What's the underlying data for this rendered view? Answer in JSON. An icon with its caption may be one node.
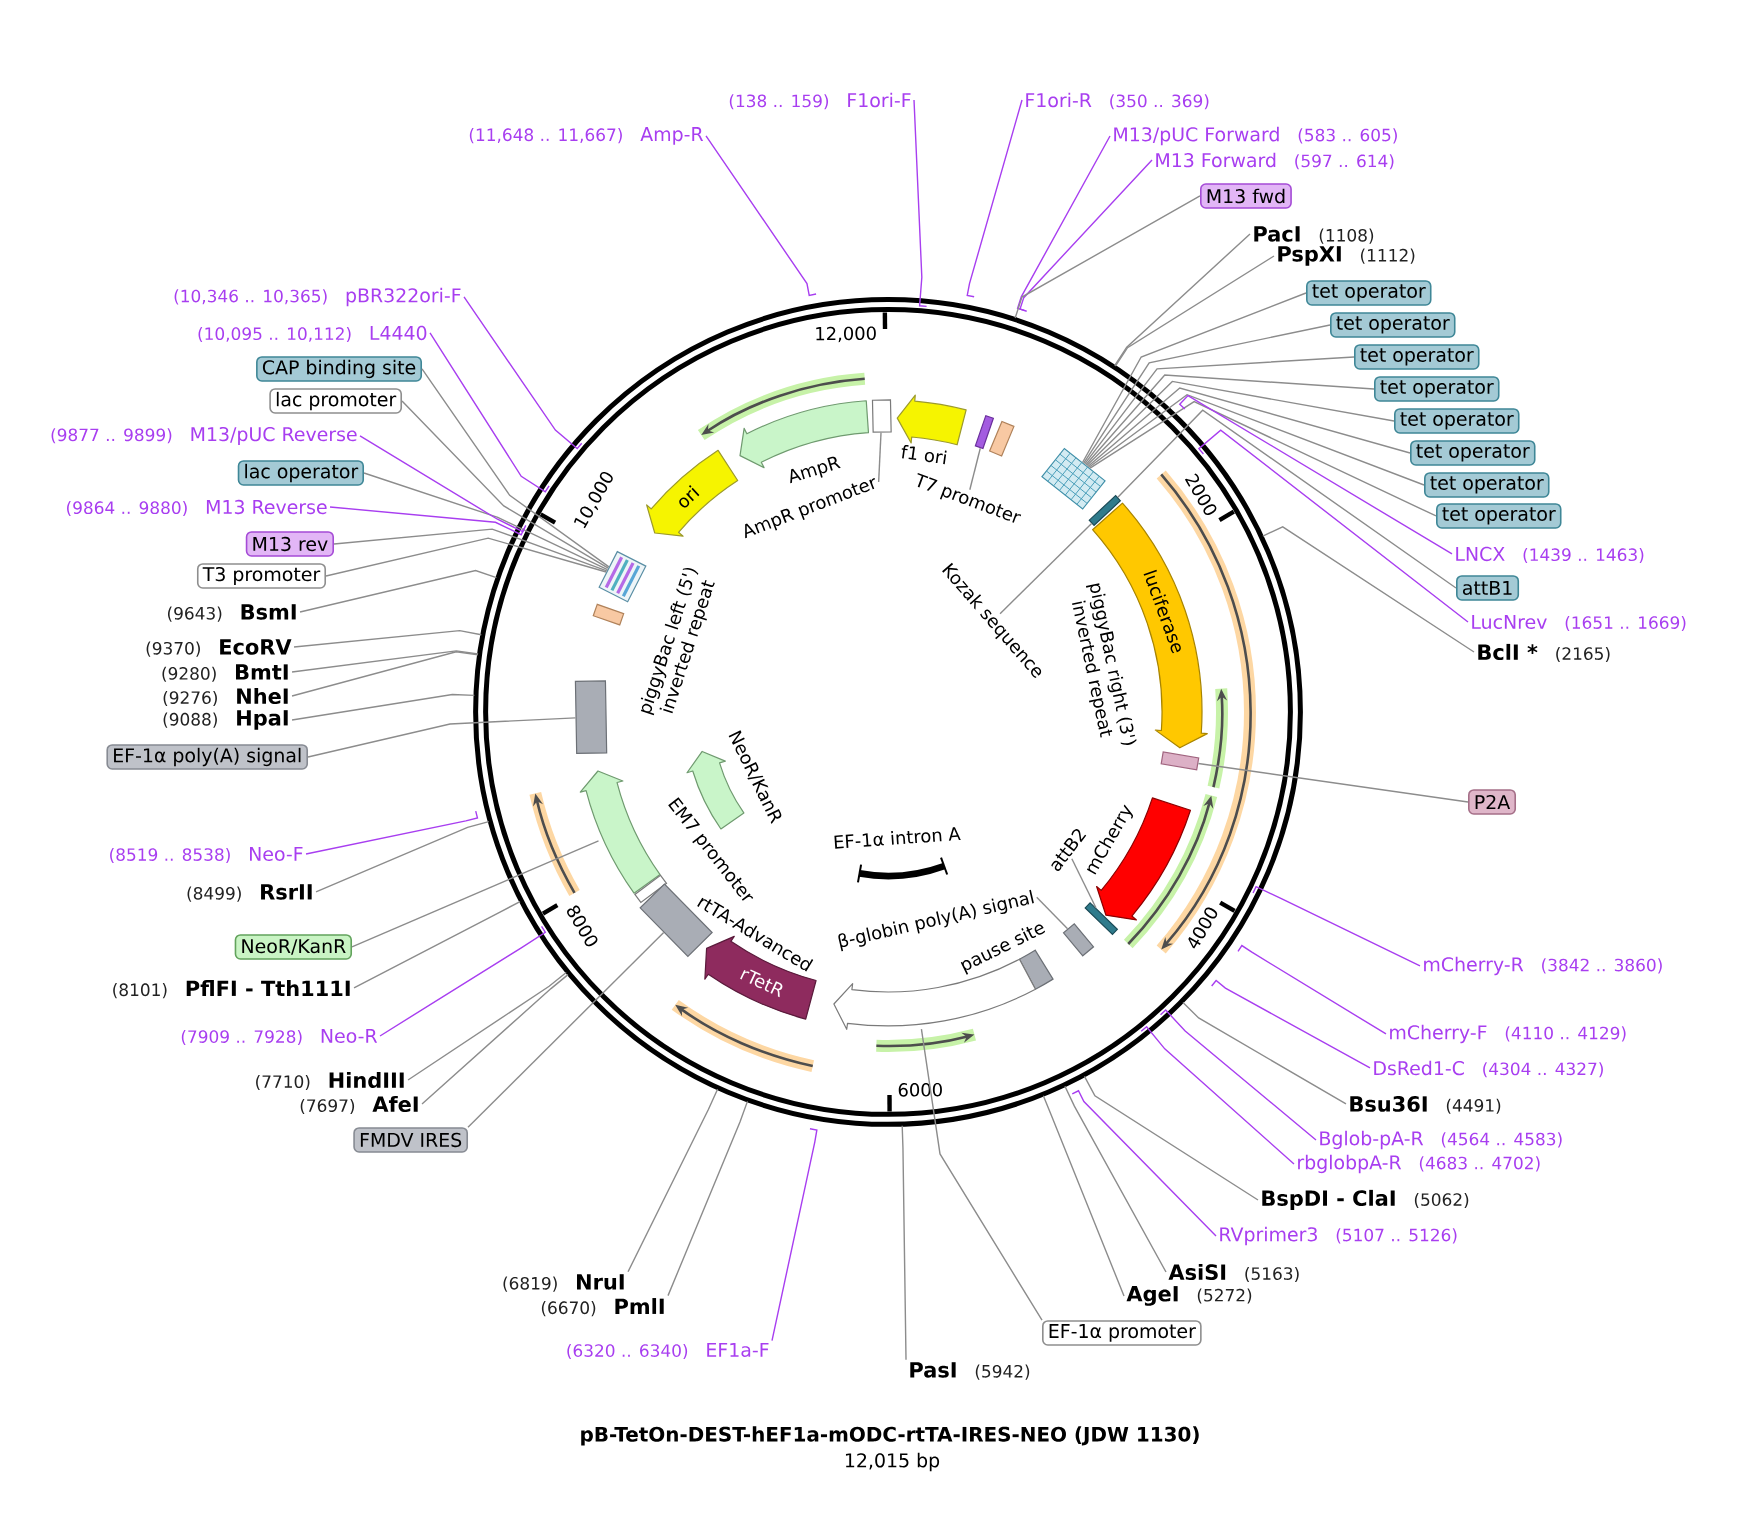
{
  "diagram": {
    "title": "pB-TetOn-DEST-hEF1a-mODC-rtTA-IRES-NEO (JDW 1130)",
    "caption": "12,015 bp",
    "nodes": [
      {
        "text": [
          "Amp-R"
        ],
        "beside": [
          "(11,648 .. 11,667)"
        ]
      },
      {
        "text": [
          "F1ori-F"
        ],
        "beside": [
          "(138 .. 159)"
        ]
      },
      {
        "text": [
          "F1ori-R"
        ],
        "beside": [
          "(350 .. 369)"
        ]
      },
      {
        "text": [
          "M13/pUC Forward"
        ],
        "beside": [
          "(583 .. 605)"
        ]
      },
      {
        "text": [
          "M13 Forward"
        ],
        "beside": [
          "(597 .. 614)"
        ]
      },
      {
        "text": [
          "M13 fwd"
        ]
      },
      {
        "text": [
          "PacI"
        ],
        "beside": [
          "(1108)"
        ]
      },
      {
        "text": [
          "PspXI"
        ],
        "beside": [
          "(1112)"
        ]
      },
      {
        "text": [
          "tet operator"
        ]
      },
      {
        "text": [
          "tet operator"
        ]
      },
      {
        "text": [
          "tet operator"
        ]
      },
      {
        "text": [
          "tet operator"
        ]
      },
      {
        "text": [
          "tet operator"
        ]
      },
      {
        "text": [
          "tet operator"
        ]
      },
      {
        "text": [
          "tet operator"
        ]
      },
      {
        "text": [
          "tet operator"
        ]
      },
      {
        "text": [
          "LNCX"
        ],
        "beside": [
          "(1439 .. 1463)"
        ]
      },
      {
        "text": [
          "attB1"
        ]
      },
      {
        "text": [
          "LucNrev"
        ],
        "beside": [
          "(1651 .. 1669)"
        ]
      },
      {
        "text": [
          "BclI *"
        ],
        "beside": [
          "(2165)"
        ]
      },
      {
        "text": [
          "P2A"
        ]
      },
      {
        "text": [
          "mCherry-R"
        ],
        "beside": [
          "(3842 .. 3860)"
        ]
      },
      {
        "text": [
          "mCherry-F"
        ],
        "beside": [
          "(4110 .. 4129)"
        ]
      },
      {
        "text": [
          "DsRed1-C"
        ],
        "beside": [
          "(4304 .. 4327)"
        ]
      },
      {
        "text": [
          "Bsu36I"
        ],
        "beside": [
          "(4491)"
        ]
      },
      {
        "text": [
          "Bglob-pA-R"
        ],
        "beside": [
          "(4564 .. 4583)"
        ]
      },
      {
        "text": [
          "rbglobpA-R"
        ],
        "beside": [
          "(4683 .. 4702)"
        ]
      },
      {
        "text": [
          "BspDI - ClaI"
        ],
        "beside": [
          "(5062)"
        ]
      },
      {
        "text": [
          "RVprimer3"
        ],
        "beside": [
          "(5107 .. 5126)"
        ]
      },
      {
        "text": [
          "AsiSI"
        ],
        "beside": [
          "(5163)"
        ]
      },
      {
        "text": [
          "AgeI"
        ],
        "beside": [
          "(5272)"
        ]
      },
      {
        "text": [
          "EF-1α promoter"
        ]
      },
      {
        "text": [
          "PasI"
        ],
        "beside": [
          "(5942)"
        ]
      },
      {
        "text": [
          "EF1a-F"
        ],
        "beside": [
          "(6320 .. 6340)"
        ]
      },
      {
        "text": [
          "PmlI"
        ],
        "beside": [
          "(6670)"
        ]
      },
      {
        "text": [
          "NruI"
        ],
        "beside": [
          "(6819)"
        ]
      },
      {
        "text": [
          "FMDV IRES"
        ]
      },
      {
        "text": [
          "AfeI"
        ],
        "beside": [
          "(7697)"
        ]
      },
      {
        "text": [
          "HindIII"
        ],
        "beside": [
          "(7710)"
        ]
      },
      {
        "text": [
          "Neo-R"
        ],
        "beside": [
          "(7909 .. 7928)"
        ]
      },
      {
        "text": [
          "PflFI - Tth111I"
        ],
        "beside": [
          "(8101)"
        ]
      },
      {
        "text": [
          "NeoR/KanR"
        ]
      },
      {
        "text": [
          "RsrII"
        ],
        "beside": [
          "(8499)"
        ]
      },
      {
        "text": [
          "Neo-F"
        ],
        "beside": [
          "(8519 .. 8538)"
        ]
      },
      {
        "text": [
          "EF-1α poly(A) signal"
        ]
      },
      {
        "text": [
          "HpaI"
        ],
        "beside": [
          "(9088)"
        ]
      },
      {
        "text": [
          "NheI"
        ],
        "beside": [
          "(9276)"
        ]
      },
      {
        "text": [
          "BmtI"
        ],
        "beside": [
          "(9280)"
        ]
      },
      {
        "text": [
          "EcoRV"
        ],
        "beside": [
          "(9370)"
        ]
      },
      {
        "text": [
          "BsmI"
        ],
        "beside": [
          "(9643)"
        ]
      },
      {
        "text": [
          "T3 promoter"
        ]
      },
      {
        "text": [
          "M13 rev"
        ]
      },
      {
        "text": [
          "M13 Reverse"
        ],
        "beside": [
          "(9864 .. 9880)"
        ]
      },
      {
        "text": [
          "lac operator"
        ]
      },
      {
        "text": [
          "M13/pUC Reverse"
        ],
        "beside": [
          "(9877 .. 9899)"
        ]
      },
      {
        "text": [
          "lac promoter"
        ]
      },
      {
        "text": [
          "CAP binding site"
        ]
      },
      {
        "text": [
          "L4440"
        ],
        "beside": [
          "(10,095 .. 10,112)"
        ]
      },
      {
        "text": [
          "pBR322ori-F"
        ],
        "beside": [
          "(10,346 .. 10,365)"
        ]
      },
      {
        "text": [
          "ori"
        ]
      },
      {
        "text": [
          "AmpR"
        ]
      },
      {
        "text": [
          "AmpR promoter"
        ]
      },
      {
        "text": [
          "f1 ori"
        ]
      },
      {
        "text": [
          "T7 promoter"
        ]
      },
      {
        "text": [
          "Kozak sequence"
        ]
      },
      {
        "text": [
          "luciferase"
        ]
      },
      {
        "text": [
          "mCherry"
        ]
      },
      {
        "text": [
          "attB2"
        ]
      },
      {
        "text": [
          "β-globin poly(A) signal"
        ]
      },
      {
        "text": [
          "pause site"
        ]
      },
      {
        "text": [
          "EF-1α intron A"
        ]
      },
      {
        "text": [
          "rTetR"
        ]
      },
      {
        "text": [
          "NeoR/KanR"
        ]
      },
      {
        "text": [],
        "shape": "box"
      },
      {
        "text": [],
        "shape": "bar"
      },
      {
        "text": [],
        "shape": "arrow"
      },
      {
        "text": [],
        "shape": "box"
      },
      {
        "text": [],
        "shape": "bar"
      },
      {
        "text": [],
        "shape": "box"
      },
      {
        "text": [],
        "shape": "bar"
      },
      {
        "text": [],
        "shape": "arrow"
      },
      {
        "text": [],
        "shape": "bar"
      },
      {
        "text": [],
        "shape": "bar"
      },
      {
        "text": [],
        "shape": "box"
      },
      {
        "text": [],
        "shape": "bar"
      },
      {
        "text": [],
        "shape": "bar"
      },
      {
        "text": [],
        "shape": "bar"
      },
      {
        "text": [],
        "shape": "box"
      }
    ],
    "edges": [
      {
        "from": 0,
        "to": null,
        "arrow": "none",
        "color": "#a83ef0"
      },
      {
        "from": 1,
        "to": null,
        "arrow": "none",
        "color": "#a83ef0"
      },
      {
        "from": 2,
        "to": null,
        "arrow": "none",
        "color": "#a83ef0"
      },
      {
        "from": 3,
        "to": null,
        "arrow": "none",
        "color": "#a83ef0"
      },
      {
        "from": 4,
        "to": null,
        "arrow": "none",
        "color": "#a83ef0"
      },
      {
        "from": 5,
        "to": null,
        "arrow": "none"
      },
      {
        "from": 6,
        "to": null,
        "arrow": "none"
      },
      {
        "from": 7,
        "to": null,
        "arrow": "none"
      },
      {
        "from": 8,
        "to": 83,
        "arrow": "none"
      },
      {
        "from": 9,
        "to": 83,
        "arrow": "none"
      },
      {
        "from": 10,
        "to": 83,
        "arrow": "none"
      },
      {
        "from": 11,
        "to": 83,
        "arrow": "none"
      },
      {
        "from": 12,
        "to": 83,
        "arrow": "none"
      },
      {
        "from": 13,
        "to": 83,
        "arrow": "none"
      },
      {
        "from": 14,
        "to": 83,
        "arrow": "none"
      },
      {
        "from": 15,
        "to": 83,
        "arrow": "none"
      },
      {
        "from": 16,
        "to": null,
        "arrow": "none",
        "color": "#a83ef0"
      },
      {
        "from": 17,
        "to": 86,
        "arrow": "none"
      },
      {
        "from": 18,
        "to": null,
        "arrow": "none",
        "color": "#a83ef0"
      },
      {
        "from": 19,
        "to": null,
        "arrow": "none"
      },
      {
        "from": 20,
        "to": 87,
        "arrow": "none"
      },
      {
        "from": 21,
        "to": null,
        "arrow": "none",
        "color": "#a83ef0"
      },
      {
        "from": 22,
        "to": null,
        "arrow": "none",
        "color": "#a83ef0"
      },
      {
        "from": 23,
        "to": null,
        "arrow": "none",
        "color": "#a83ef0"
      },
      {
        "from": 24,
        "to": null,
        "arrow": "none"
      },
      {
        "from": 25,
        "to": null,
        "arrow": "none",
        "color": "#a83ef0"
      },
      {
        "from": 26,
        "to": null,
        "arrow": "none",
        "color": "#a83ef0"
      },
      {
        "from": 27,
        "to": null,
        "arrow": "none"
      },
      {
        "from": 28,
        "to": null,
        "arrow": "none",
        "color": "#a83ef0"
      },
      {
        "from": 29,
        "to": null,
        "arrow": "none"
      },
      {
        "from": 30,
        "to": null,
        "arrow": "none"
      },
      {
        "from": 31,
        "to": 80,
        "arrow": "none"
      },
      {
        "from": 32,
        "to": null,
        "arrow": "none"
      },
      {
        "from": 33,
        "to": null,
        "arrow": "none",
        "color": "#a83ef0"
      },
      {
        "from": 34,
        "to": null,
        "arrow": "none"
      },
      {
        "from": 35,
        "to": null,
        "arrow": "none"
      },
      {
        "from": 36,
        "to": 78,
        "arrow": "none"
      },
      {
        "from": 37,
        "to": null,
        "arrow": "none"
      },
      {
        "from": 38,
        "to": null,
        "arrow": "none"
      },
      {
        "from": 39,
        "to": null,
        "arrow": "none",
        "color": "#a83ef0"
      },
      {
        "from": 40,
        "to": null,
        "arrow": "none"
      },
      {
        "from": 41,
        "to": 75,
        "arrow": "none"
      },
      {
        "from": 42,
        "to": null,
        "arrow": "none"
      },
      {
        "from": 43,
        "to": null,
        "arrow": "none",
        "color": "#a83ef0"
      },
      {
        "from": 44,
        "to": 73,
        "arrow": "none"
      },
      {
        "from": 45,
        "to": null,
        "arrow": "none"
      },
      {
        "from": 46,
        "to": null,
        "arrow": "none"
      },
      {
        "from": 47,
        "to": null,
        "arrow": "none"
      },
      {
        "from": 48,
        "to": null,
        "arrow": "none"
      },
      {
        "from": 49,
        "to": null,
        "arrow": "none"
      },
      {
        "from": 50,
        "to": 76,
        "arrow": "none"
      },
      {
        "from": 51,
        "to": 76,
        "arrow": "none"
      },
      {
        "from": 52,
        "to": null,
        "arrow": "none",
        "color": "#a83ef0"
      },
      {
        "from": 53,
        "to": 76,
        "arrow": "none"
      },
      {
        "from": 54,
        "to": null,
        "arrow": "none",
        "color": "#a83ef0"
      },
      {
        "from": 55,
        "to": 76,
        "arrow": "none"
      },
      {
        "from": 56,
        "to": 76,
        "arrow": "none"
      },
      {
        "from": 57,
        "to": null,
        "arrow": "none",
        "color": "#a83ef0"
      },
      {
        "from": 58,
        "to": null,
        "arrow": "none",
        "color": "#a83ef0"
      },
      {
        "from": 61,
        "to": 79,
        "arrow": "none"
      },
      {
        "from": 63,
        "to": 81,
        "arrow": "none"
      },
      {
        "from": 64,
        "to": 86,
        "arrow": "none"
      },
      {
        "from": 67,
        "to": 85,
        "arrow": "none"
      },
      {
        "from": 68,
        "to": 84,
        "arrow": "none"
      }
    ],
    "labels": [
      "12,000",
      "2000",
      "4000",
      "6000",
      "8000",
      "10,000",
      "piggyBac right (3') inverted repeat",
      "piggyBac left (5') inverted repeat",
      "EM7 promoter",
      "rtTA-Advanced"
    ]
  }
}
